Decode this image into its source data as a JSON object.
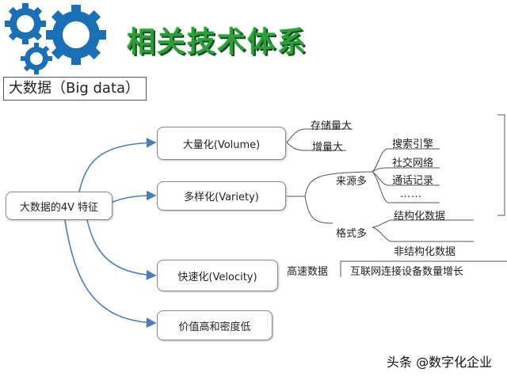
{
  "header": {
    "title": "相关技术体系",
    "subtitle": "大数据（Big data）"
  },
  "diagram": {
    "root": "大数据的4V 特征",
    "nodes": {
      "volume": "大量化(Volume)",
      "variety": "多样化(Variety)",
      "velocity": "快速化(Velocity)",
      "value": "价值高和密度低"
    },
    "volume_children": [
      "存储量大",
      "增量大"
    ],
    "variety_children": {
      "source": "来源多",
      "source_items": [
        "搜索引擎",
        "社交网络",
        "通话记录",
        "……"
      ],
      "format": "格式多",
      "format_items": [
        "结构化数据",
        "非结构化数据"
      ]
    },
    "velocity_children": {
      "speed": "高速数据",
      "item": "互联网连接设备数量增长"
    }
  },
  "watermark": {
    "text": "头条 @数字化企业"
  },
  "colors": {
    "title_green": "#2e9e3a",
    "gear_blue": "#1b6fb5",
    "line_blue": "#4a7fb5"
  }
}
